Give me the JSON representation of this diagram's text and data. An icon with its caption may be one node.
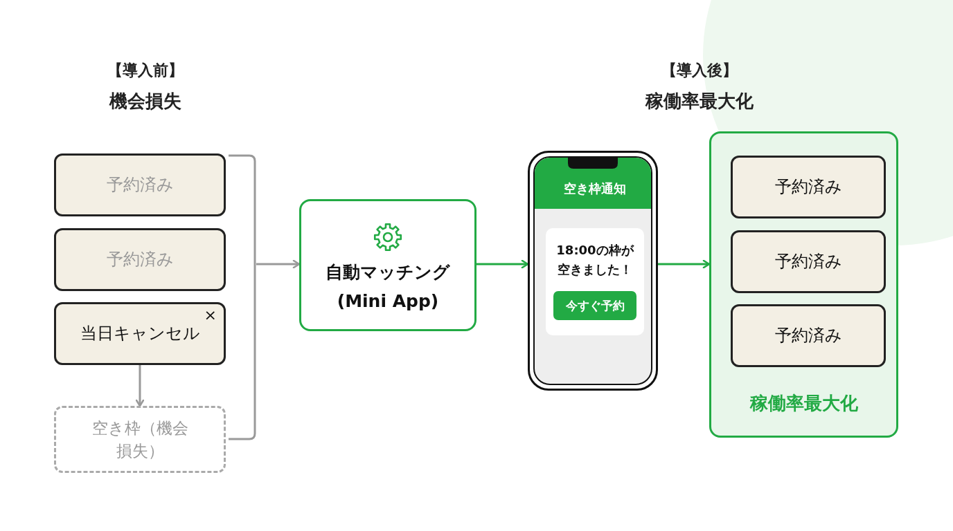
{
  "diagram": {
    "nodes": [
      {
        "text": [
          "予約済み"
        ]
      },
      {
        "text": [
          "予約済み"
        ]
      },
      {
        "text": [
          "当日キャンセル",
          "×"
        ]
      },
      {
        "text": [
          "空き枠（機会損失）"
        ]
      },
      {
        "text": [
          "自動マッチング (Mini App)"
        ]
      },
      {
        "text": [
          "空き枠通知"
        ]
      },
      {
        "text": [
          "18:00の枠が空きました！"
        ],
        "in": 5
      },
      {
        "text": [
          "今すぐ予約"
        ],
        "in": 6
      },
      {
        "text": [
          "稼働率最大化"
        ]
      },
      {
        "text": [
          "予約済み"
        ],
        "in": 8
      },
      {
        "text": [
          "予約済み"
        ],
        "in": 8
      },
      {
        "text": [
          "予約済み"
        ],
        "in": 8
      },
      {
        "text": [],
        "shape": "bracket"
      }
    ],
    "edges": [
      {
        "from": 2,
        "to": 3,
        "arrow": "to",
        "color": "#999999"
      },
      {
        "from": 12,
        "to": 4,
        "arrow": "to",
        "color": "#999999"
      },
      {
        "from": 4,
        "to": 5,
        "arrow": "to",
        "color": "#22aa44"
      },
      {
        "from": 5,
        "to": 8,
        "arrow": "to",
        "color": "#22aa44"
      }
    ],
    "labels": [
      "【導入前】",
      "機会損失",
      "【導入後】",
      "稼働率最大化"
    ]
  }
}
